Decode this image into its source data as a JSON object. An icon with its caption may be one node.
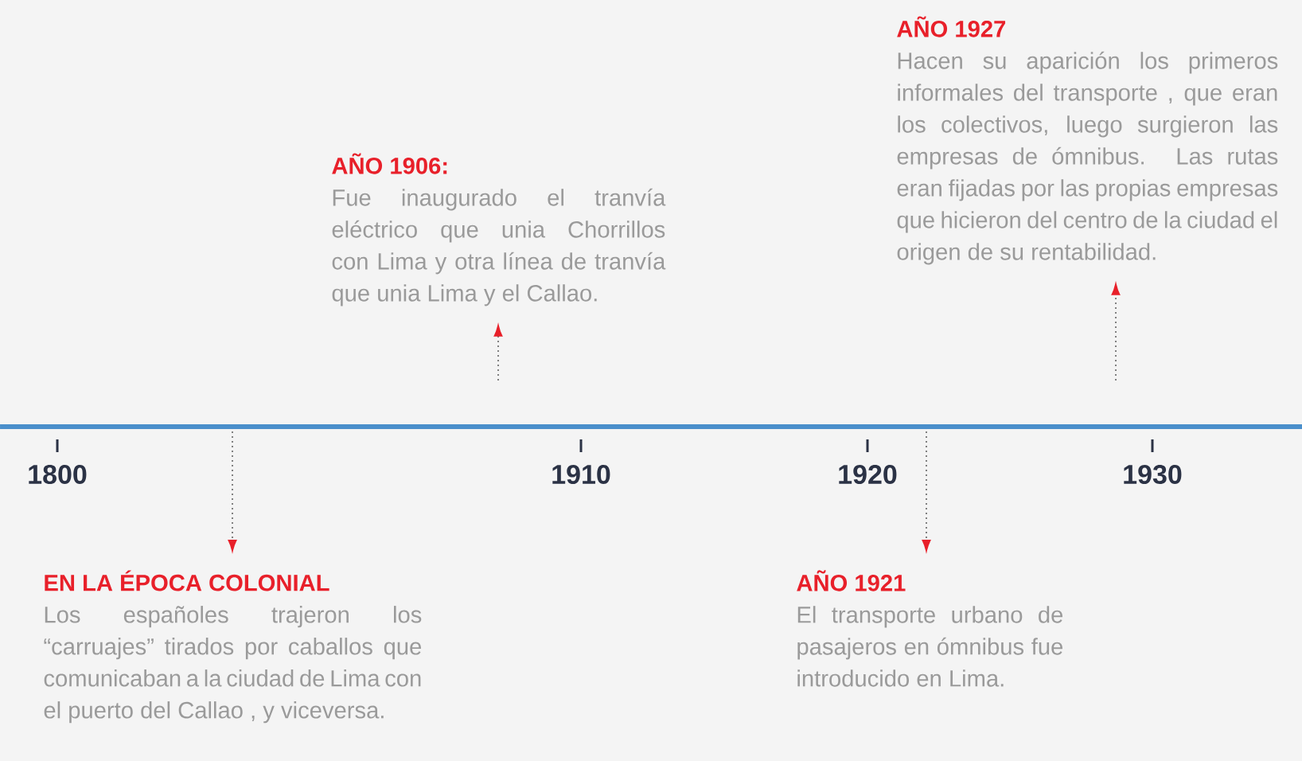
{
  "diagram": {
    "nodes": [
      {
        "text": [
          "AÑO 1927",
          "Hacen su aparición los primeros informales del transporte , que eran los colectivos, luego surgieron las empresas de ómnibus. Las rutas eran fijadas por las propias empresas que hicieron del centro de la ciudad el origen de su rentabilidad."
        ]
      },
      {
        "text": [
          "AÑO 1906:",
          "Fue inaugurado el tranvía eléctrico que unia Chorrillos con Lima y otra línea de tranvía que unia Lima y el Callao."
        ]
      },
      {
        "text": [
          "EN LA ÉPOCA COLONIAL",
          "Los españoles trajeron los “carruajes” tirados por caballos que comunicaban a la ciudad de Lima con el puerto del Callao , y viceversa."
        ]
      },
      {
        "text": [
          "AÑO 1921",
          "El transporte urbano de pasajeros en ómnibus fue introducido en Lima."
        ]
      }
    ],
    "edges": [
      {
        "from": null,
        "to": 0,
        "arrow": "to"
      },
      {
        "from": null,
        "to": 1,
        "arrow": "to"
      },
      {
        "from": null,
        "to": 2,
        "arrow": "to"
      },
      {
        "from": null,
        "to": 3,
        "arrow": "to"
      }
    ],
    "labels": [
      "1800",
      "1910",
      "1920",
      "1930"
    ]
  }
}
